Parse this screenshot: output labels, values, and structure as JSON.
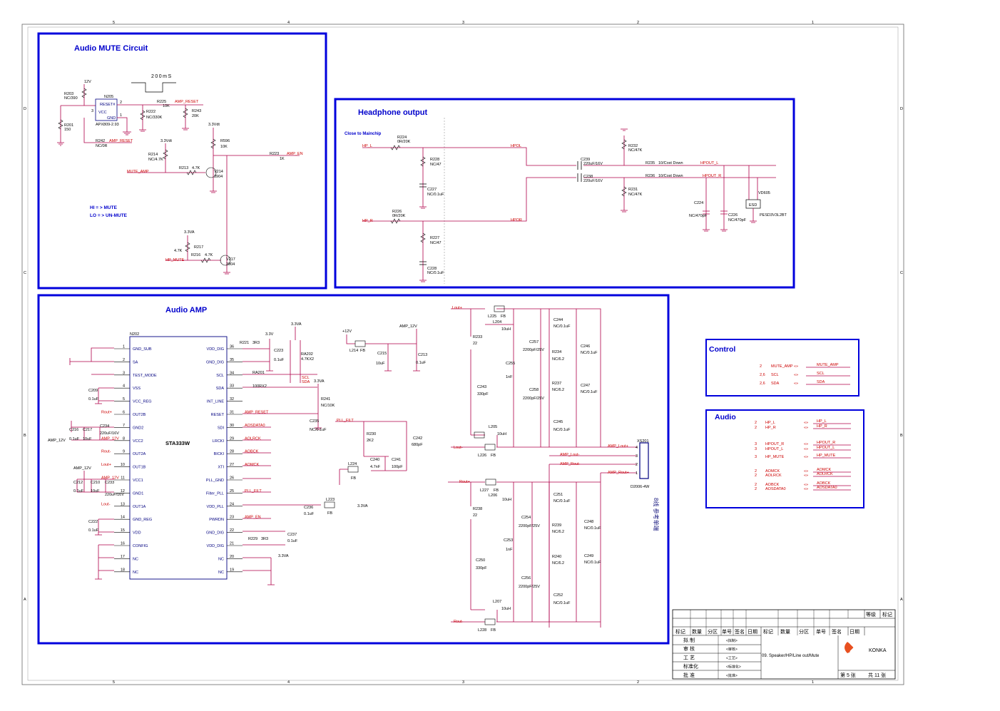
{
  "sheet": {
    "col_labels": [
      "5",
      "4",
      "3",
      "2",
      "1"
    ],
    "row_labels": [
      "D",
      "C",
      "B",
      "A"
    ],
    "mid_note": "8线 参考单端"
  },
  "mute": {
    "title": "Audio MUTE Circuit",
    "timing": "200mS",
    "v12": "12V",
    "r203": "R203",
    "r203v": "NC/390",
    "n205": "N205",
    "n205p": "APX809-2.93",
    "reset": "RESET#",
    "vcc": "VCC",
    "gnd": "GND",
    "pin2": "2",
    "pin1": "1",
    "pin3": "3",
    "r201": "R201",
    "r201v": "150",
    "r222": "R222",
    "r222v": "NC/330K",
    "r225": "R225",
    "r225v": "10K",
    "amp_reset": "AMP_RESET",
    "r243": "R243",
    "r243v": "20K",
    "v33vdt": "3.3Vdt",
    "r596": "R596",
    "r596v": "10K",
    "r242": "R242",
    "r242v": "NC/0R",
    "r214": "R214",
    "r214v": "NC/4.7K",
    "r213": "R213",
    "r213v": "4.7K",
    "mute_amp": "MUTE_AMP",
    "v214": "V214",
    "v214p": "3904",
    "r223": "R223",
    "r223v": "1K",
    "amp_en": "AMP_EN",
    "hi": "HI = > MUTE",
    "lo": "LO = > UN-MUTE",
    "v33va": "3.3VA",
    "r217": "R217",
    "r217v": "4.7K",
    "r216": "R216",
    "r216v": "4.7K",
    "hp_mute": "HP_MUTE",
    "v217": "V217",
    "v217p": "3904"
  },
  "hp": {
    "title": "Headphone output",
    "close": "Close to Mainchip",
    "r224": "R224",
    "r224v": "0R/20K",
    "hp_l": "HP_L",
    "hpol": "HPOL",
    "r228": "R228",
    "r228v": "NC/47",
    "c227": "C227",
    "c227v": "NC/0.1uF",
    "r226": "R226",
    "r226v": "0R/20K",
    "hp_r": "HP_R",
    "hpor": "HPOR",
    "r227": "R227",
    "r227v": "NC/47",
    "c228": "C228",
    "c228v": "NC/0.1uF",
    "c239": "C239",
    "c239v": "220uF/16V",
    "c238": "C238",
    "c238v": "220uF/16V",
    "r232": "R232",
    "r232v": "NC/47K",
    "r231": "R231",
    "r231v": "NC/47K",
    "r235": "R235",
    "r235v": "10/Cost Down",
    "r236": "R236",
    "r236v": "10/Cost Down",
    "hpout_l": "HPOUT_L",
    "hpout_r": "HPOUT_R",
    "c224": "C224",
    "c224v": "NC/470pF",
    "c226": "C226",
    "c226v": "NC/470pF",
    "vd605": "VD605",
    "esd": "ESD",
    "vd605p": "PESD3V3L2BT"
  },
  "amp": {
    "title": "Audio  AMP",
    "ic_ref": "N202",
    "ic_name": "STA333W",
    "left_pins": [
      {
        "num": "1",
        "name": "GND_SUB"
      },
      {
        "num": "2",
        "name": "SA"
      },
      {
        "num": "3",
        "name": "TEST_MODE"
      },
      {
        "num": "4",
        "name": "VSS"
      },
      {
        "num": "5",
        "name": "VCC_REG"
      },
      {
        "num": "6",
        "name": "OUT2B"
      },
      {
        "num": "7",
        "name": "GND2"
      },
      {
        "num": "8",
        "name": "VCC2"
      },
      {
        "num": "9",
        "name": "OUT2A"
      },
      {
        "num": "10",
        "name": "OUT1B"
      },
      {
        "num": "11",
        "name": "VCC1"
      },
      {
        "num": "12",
        "name": "GND1"
      },
      {
        "num": "13",
        "name": "OUT1A"
      },
      {
        "num": "14",
        "name": "GND_REG"
      },
      {
        "num": "15",
        "name": "VDD"
      },
      {
        "num": "16",
        "name": "CONFIG"
      },
      {
        "num": "17",
        "name": "NC"
      },
      {
        "num": "18",
        "name": "NC"
      }
    ],
    "right_pins": [
      {
        "num": "36",
        "name": "VDD_DIG"
      },
      {
        "num": "35",
        "name": "GND_DIG"
      },
      {
        "num": "34",
        "name": "SCL"
      },
      {
        "num": "33",
        "name": "SDA"
      },
      {
        "num": "32",
        "name": "INT_LINE"
      },
      {
        "num": "31",
        "name": "RESET"
      },
      {
        "num": "30",
        "name": "SDI"
      },
      {
        "num": "29",
        "name": "LRCKI"
      },
      {
        "num": "28",
        "name": "BICKI"
      },
      {
        "num": "27",
        "name": "XTI"
      },
      {
        "num": "26",
        "name": "PLL_GND"
      },
      {
        "num": "25",
        "name": "Filter_PLL"
      },
      {
        "num": "24",
        "name": "VDD_PLL"
      },
      {
        "num": "23",
        "name": "PWRDN"
      },
      {
        "num": "22",
        "name": "GND_DIG"
      },
      {
        "num": "21",
        "name": "VDD_DIG"
      },
      {
        "num": "20",
        "name": "NC"
      },
      {
        "num": "19",
        "name": "NC"
      }
    ],
    "right_nets": [
      "",
      "",
      "SCL",
      "SDA",
      "",
      "AMP_RESET",
      "AOSDATA0",
      "AOLRCK",
      "AOBCK",
      "AOMCK",
      "",
      "PLL_FILT",
      "",
      "AMP_EN",
      "",
      "",
      "",
      ""
    ],
    "left_nets": [
      "",
      "",
      "",
      "",
      "",
      "Rout+",
      "",
      "AMP_12V",
      "Rout-",
      "Lout+",
      "AMP_12V",
      "",
      "Lout-",
      "",
      "",
      "",
      "",
      ""
    ],
    "r221": "R221",
    "r221v": "3R3",
    "v33": "3.3V",
    "c223": "C223",
    "c223v": "0.1uF",
    "v33va": "3.3VA",
    "ra202": "RA202",
    "ra202v": "4.7KX2",
    "ra201": "RA201",
    "ra201v": "100RX2",
    "r241": "R241",
    "r241v": "NC/10K",
    "c235": "C235",
    "c235v": "NC/0.1uF",
    "c209": "C209",
    "c209v": "0.1uF",
    "c216": "C216",
    "c217": "C217",
    "c234": "C234",
    "c234v": "220uF/16V",
    "c216v": "0.1uF",
    "c217v": "10uF",
    "amp12v": "AMP_12V",
    "c212": "C212",
    "c210": "C210",
    "c233": "C233",
    "c233v": "220uF/16V",
    "c212v": "0.1uF",
    "c210v": "10uF",
    "c222": "C222",
    "c222v": "0.1uF",
    "p12v": "+12V",
    "l214": "L214",
    "fb": "FB",
    "c215": "C215",
    "c215v": "10uF",
    "c213": "C213",
    "c213v": "0.1uF",
    "pll_filt": "PLL_FILT",
    "r230": "R230",
    "r230v": "2K2",
    "c242": "C242",
    "c242v": "680pF",
    "c240": "C240",
    "c240v": "4.7nF",
    "c241": "C241",
    "c241v": "100pF",
    "l224": "L224",
    "l223": "L223",
    "c236": "C236",
    "c236v": "0.1uF",
    "r229": "R229",
    "r229v": "3R3",
    "c237": "C237",
    "c237v": "0.1uF",
    "lout_p": "Lout+",
    "lout_n": "Lout-",
    "rout_p": "Rout+",
    "rout_n": "Rout-",
    "l225": "L225",
    "l204": "L204",
    "l204v": "10uH",
    "r233": "R233",
    "r233v": "22",
    "c243": "C243",
    "c243v": "330pF",
    "c255": "C255",
    "c255v": "1nF",
    "c257": "C257",
    "c257v": "2200pF/25V",
    "c258": "C258",
    "c258v": "2200pF/25V",
    "c244": "C244",
    "c244v": "NC/0.1uF",
    "r234": "R234",
    "r234v": "NC/6.2",
    "c246": "C246",
    "c246v": "NC/0.1uF",
    "r237": "R237",
    "r237v": "NC/6.2",
    "c247": "C247",
    "c247v": "NC/0.1uF",
    "c245": "C245",
    "c245v": "NC/0.1uF",
    "l205": "L205",
    "l205v": "10uH",
    "l226": "L226",
    "amp_lout_p": "AMP_Lout+",
    "amp_lout_n": "AMP_Lout-",
    "amp_rout": "AMP_Rout-",
    "amp_rout_p": "AMP_Rout+",
    "xs201": "XS201",
    "xs201p": "D2006-4W",
    "l227": "L227",
    "l206": "L206",
    "l206v": "10uH",
    "r238": "R238",
    "r238v": "22",
    "c254": "C254",
    "c254v": "2200pF/25V",
    "c253": "C253",
    "c253v": "1nF",
    "c251": "C251",
    "c251v": "NC/0.1uF",
    "r239": "R239",
    "r239v": "NC/6.2",
    "c248": "C248",
    "c248v": "NC/0.1uF",
    "r240": "R240",
    "r240v": "NC/6.2",
    "c249": "C249",
    "c249v": "NC/0.1uF",
    "c250": "C250",
    "c250v": "330pF",
    "c256": "C256",
    "c256v": "2200pF/25V",
    "c252": "C252",
    "c252v": "NC/0.1uF",
    "l207": "L207",
    "l207v": "10uH",
    "l228": "L228"
  },
  "control": {
    "title": "Control",
    "rows": [
      {
        "pins": "2",
        "name": "MUTE_AMP",
        "net": "MUTE_AMP"
      },
      {
        "pins": "2,6",
        "name": "SCL",
        "net": "SCL"
      },
      {
        "pins": "2,6",
        "name": "SDA",
        "net": "SDA"
      }
    ]
  },
  "audio": {
    "title": "Audio",
    "rows": [
      {
        "pins": "2",
        "name": "HP_L",
        "net": "HP_L"
      },
      {
        "pins": "2",
        "name": "HP_R",
        "net": "HP_R"
      },
      {
        "pins": "3",
        "name": "HPOUT_R",
        "net": "HPOUT_R"
      },
      {
        "pins": "3",
        "name": "HPOUT_L",
        "net": "HPOUT_L"
      },
      {
        "pins": "3",
        "name": "HP_MUTE",
        "net": "HP_MUTE"
      },
      {
        "pins": "2",
        "name": "AOMCK",
        "net": "AOMCK"
      },
      {
        "pins": "2",
        "name": "AOLRCK",
        "net": "AOLRCK"
      },
      {
        "pins": "2",
        "name": "AOBCK",
        "net": "AOBCK"
      },
      {
        "pins": "2",
        "name": "AOSDATA0",
        "net": "AOSDATA0"
      }
    ]
  },
  "titleblock": {
    "grade": "等级",
    "mark": "标记",
    "headers": [
      "标记",
      "数量",
      "分区",
      "单号",
      "签名",
      "日期",
      "标记",
      "数量",
      "分区",
      "单号",
      "签名",
      "日期"
    ],
    "roles": [
      "拟 制",
      "审 核",
      "工 艺",
      "标准化",
      "批 准"
    ],
    "role_vals": [
      "<拟制>",
      "<审核>",
      "<工艺>",
      "<标准化>",
      "<批准>"
    ],
    "drawing_title": "09. Speaker/HP/Line out/Mute",
    "company": "KONKA",
    "page": "第 5 张",
    "total": "共 11 张"
  }
}
